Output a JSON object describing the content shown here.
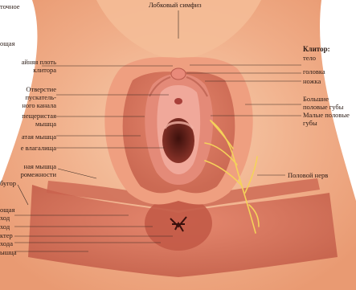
{
  "labels": {
    "top_left_fragment": "точное",
    "symphysis": "Лобковый симфиз",
    "left_l1": "ощая",
    "left_l2a": "айняя плоть",
    "left_l2b": "клитора",
    "left_l3a": "Отверстие",
    "left_l3b": "пускатель-",
    "left_l3c": "ного канала",
    "left_l4a": "пещеристая",
    "left_l4b": "мышца",
    "left_l5": "атая мышца",
    "left_l6": "е влагалища",
    "left_l7a": "ная мышца",
    "left_l7b": "ромежности",
    "left_l8": "бугор",
    "left_l9": "ощая",
    "left_l10": "ход",
    "left_l11": "ход",
    "left_l12": "ктер",
    "left_l13": "хода",
    "left_l14": "ышца",
    "clitoris_heading": "Клитор:",
    "clitoris_body": "тело",
    "clitoris_head": "головка",
    "clitoris_crus": "ножка",
    "labia_major_a": "Большие",
    "labia_major_b": "половые губы",
    "labia_minor_a": "Малые половые",
    "labia_minor_b": "губы",
    "pudendal_nerve": "Половой нерв"
  },
  "colors": {
    "skin_base": "#f2b08c",
    "skin_light": "#f7cfae",
    "muscle": "#d9735c",
    "muscle_dark": "#b8503f",
    "mucosa": "#e88a82",
    "cavity": "#5a1d18",
    "nerve": "#f5d25a",
    "text": "#2a1a14"
  }
}
